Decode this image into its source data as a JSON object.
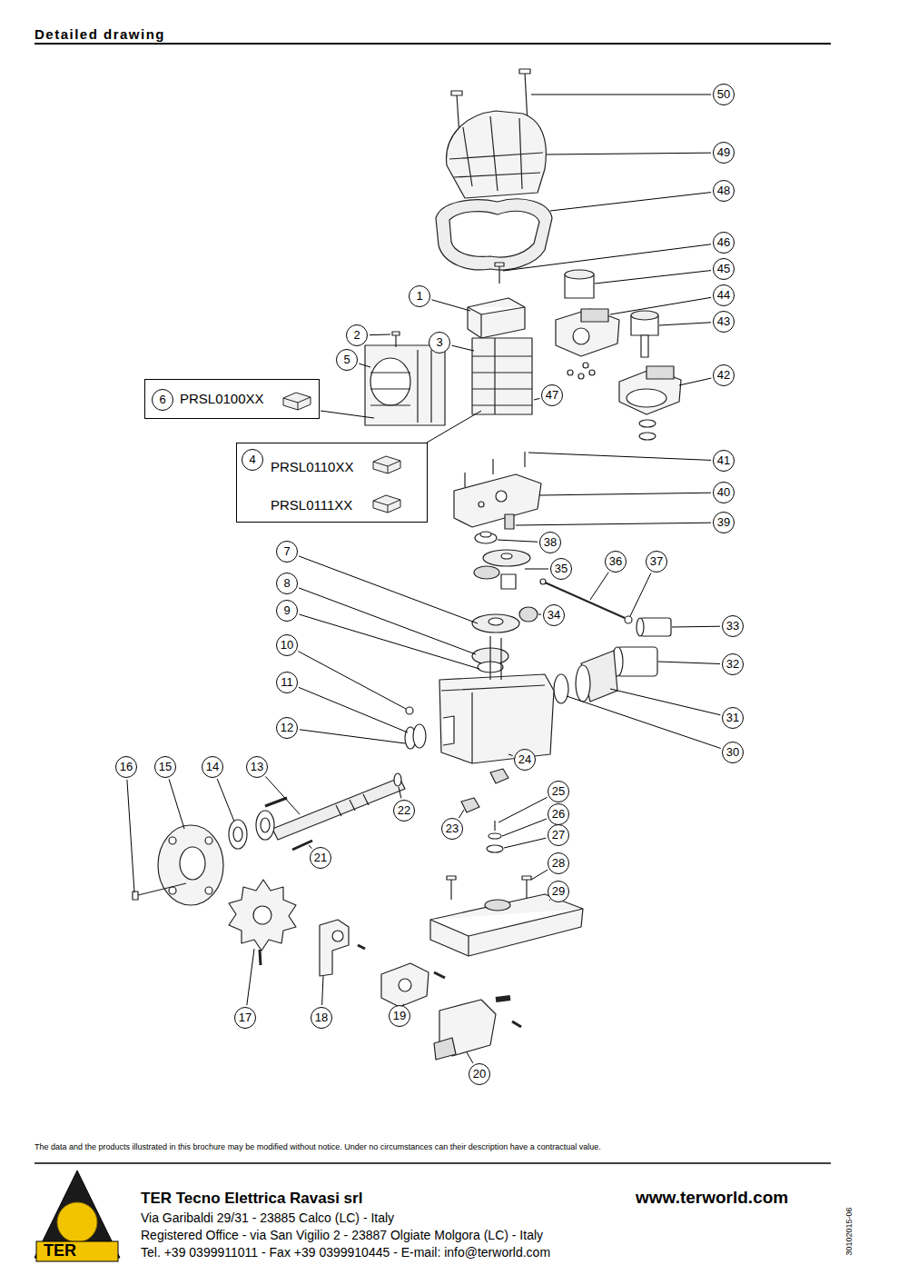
{
  "diagram": {
    "title": "Detailed drawing",
    "nodes": [
      {
        "text": [
          "6",
          "PRSL0100XX"
        ]
      },
      {
        "text": [
          "4",
          "PRSL0110XX",
          "PRSL0111XX"
        ]
      }
    ],
    "labels": [
      "50",
      "49",
      "48",
      "46",
      "45",
      "44",
      "43",
      "42",
      "41",
      "40",
      "39",
      "1",
      "2",
      "3",
      "5",
      "47",
      "38",
      "35",
      "36",
      "37",
      "34",
      "33",
      "32",
      "31",
      "30",
      "7",
      "8",
      "9",
      "10",
      "11",
      "12",
      "24",
      "16",
      "15",
      "14",
      "13",
      "22",
      "25",
      "26",
      "27",
      "21",
      "23",
      "28",
      "29",
      "17",
      "18",
      "19",
      "20",
      "The data and the products illustrated in this brochure may be modified without notice. Under no circumstances can their description have a contractual value.",
      "TER",
      "TER Tecno Elettrica Ravasi srl",
      "Via Garibaldi 29/31 - 23885 Calco (LC) - Italy",
      "Registered Office - via San Vigilio 2 - 23887 Olgiate Molgora (LC) - Italy",
      "Tel. +39 0399911011 - Fax +39 0399910445 - E-mail: info@terworld.com",
      "www.terworld.com",
      "30102015-06"
    ]
  }
}
